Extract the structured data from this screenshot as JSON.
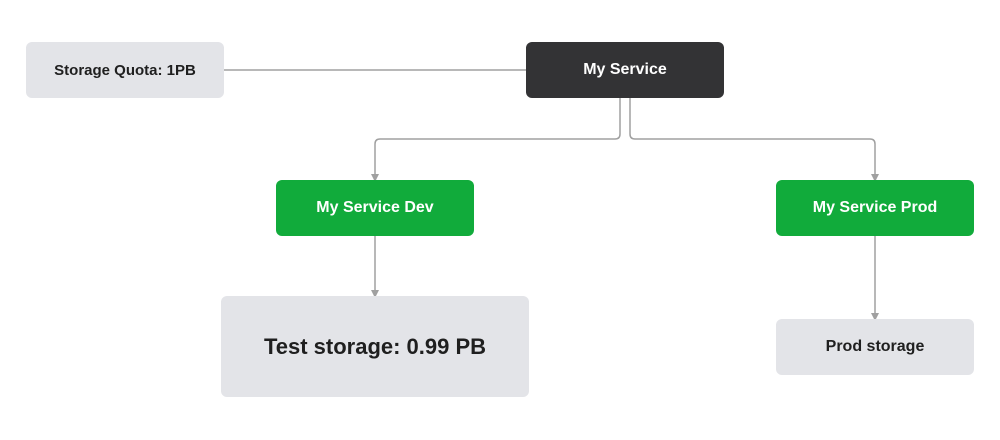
{
  "diagram": {
    "nodes": {
      "quota": {
        "label": "Storage Quota: 1PB"
      },
      "service": {
        "label": "My Service"
      },
      "dev": {
        "label": "My Service Dev"
      },
      "prod": {
        "label": "My Service Prod"
      },
      "test_storage": {
        "label": "Test storage: 0.99 PB"
      },
      "prod_storage": {
        "label": "Prod storage"
      }
    },
    "edges": [
      {
        "from": "quota",
        "to": "service",
        "arrow": false
      },
      {
        "from": "service",
        "to": "dev",
        "arrow": true
      },
      {
        "from": "service",
        "to": "prod",
        "arrow": true
      },
      {
        "from": "dev",
        "to": "test_storage",
        "arrow": true
      },
      {
        "from": "prod",
        "to": "prod_storage",
        "arrow": true
      }
    ],
    "colors": {
      "gray_node": "#e3e4e8",
      "dark_node": "#333335",
      "green_node": "#11ab3b",
      "connector": "#a0a0a0"
    }
  }
}
